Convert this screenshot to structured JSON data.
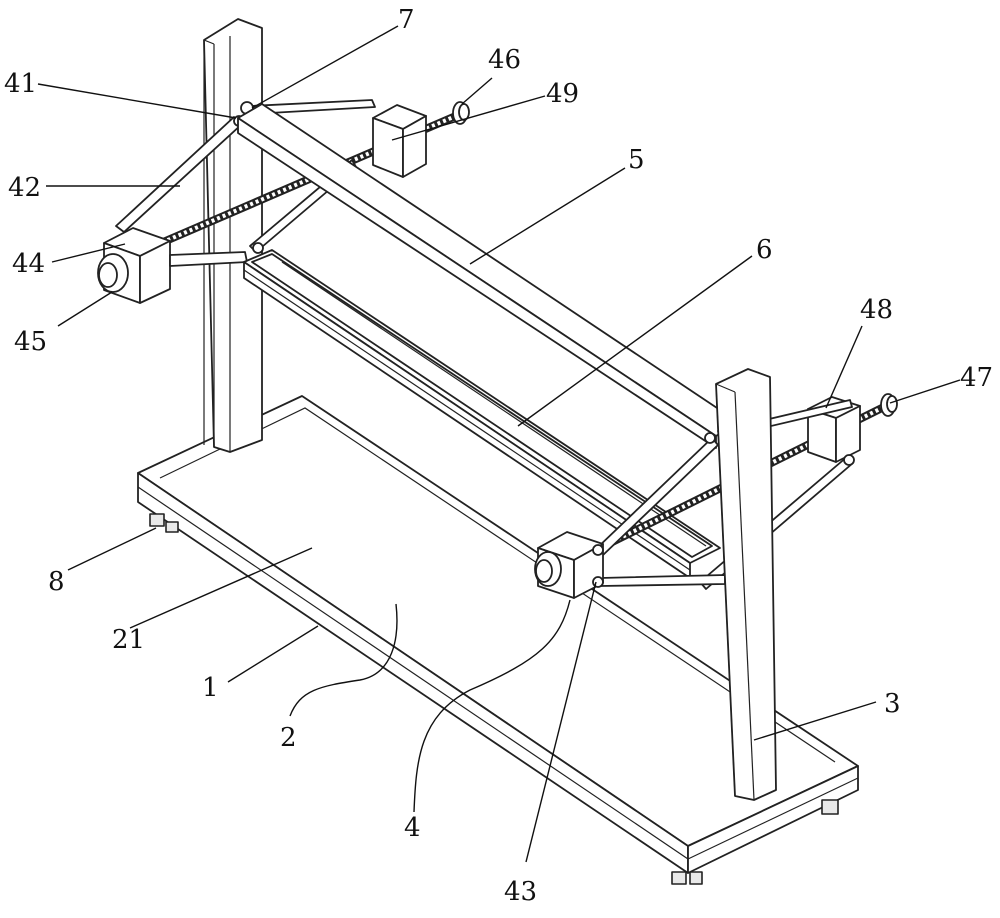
{
  "figure": {
    "callouts": [
      {
        "id": "c41",
        "label": "41"
      },
      {
        "id": "c7",
        "label": "7"
      },
      {
        "id": "c46",
        "label": "46"
      },
      {
        "id": "c49",
        "label": "49"
      },
      {
        "id": "c42",
        "label": "42"
      },
      {
        "id": "c5",
        "label": "5"
      },
      {
        "id": "c44",
        "label": "44"
      },
      {
        "id": "c6",
        "label": "6"
      },
      {
        "id": "c45",
        "label": "45"
      },
      {
        "id": "c48",
        "label": "48"
      },
      {
        "id": "c47",
        "label": "47"
      },
      {
        "id": "c8",
        "label": "8"
      },
      {
        "id": "c21",
        "label": "21"
      },
      {
        "id": "c1",
        "label": "1"
      },
      {
        "id": "c2",
        "label": "2"
      },
      {
        "id": "c3",
        "label": "3"
      },
      {
        "id": "c4",
        "label": "4"
      },
      {
        "id": "c43",
        "label": "43"
      }
    ]
  }
}
